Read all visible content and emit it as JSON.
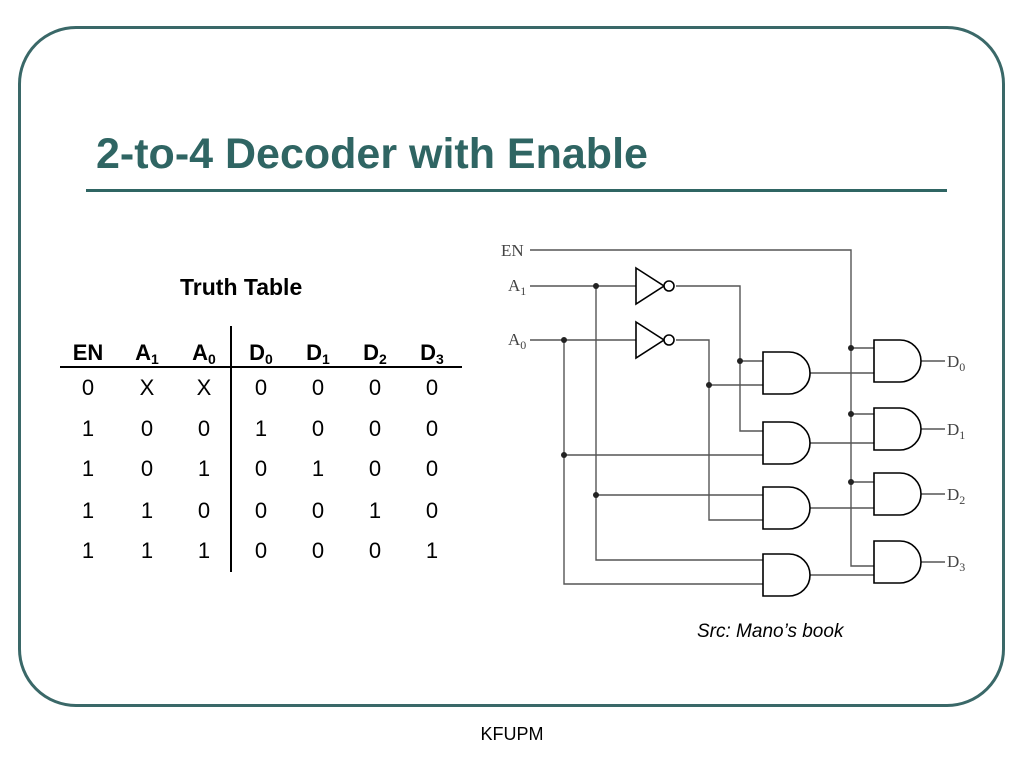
{
  "title": "2-to-4 Decoder with Enable",
  "truth_table": {
    "title": "Truth Table",
    "headers": [
      {
        "main": "EN",
        "sub": ""
      },
      {
        "main": "A",
        "sub": "1"
      },
      {
        "main": "A",
        "sub": "0"
      },
      {
        "main": "D",
        "sub": "0"
      },
      {
        "main": "D",
        "sub": "1"
      },
      {
        "main": "D",
        "sub": "2"
      },
      {
        "main": "D",
        "sub": "3"
      }
    ],
    "rows": [
      [
        "0",
        "X",
        "X",
        "0",
        "0",
        "0",
        "0"
      ],
      [
        "1",
        "0",
        "0",
        "1",
        "0",
        "0",
        "0"
      ],
      [
        "1",
        "0",
        "1",
        "0",
        "1",
        "0",
        "0"
      ],
      [
        "1",
        "1",
        "0",
        "0",
        "0",
        "1",
        "0"
      ],
      [
        "1",
        "1",
        "1",
        "0",
        "0",
        "0",
        "1"
      ]
    ]
  },
  "diagram": {
    "inputs": [
      {
        "main": "EN",
        "sub": ""
      },
      {
        "main": "A",
        "sub": "1"
      },
      {
        "main": "A",
        "sub": "0"
      }
    ],
    "outputs": [
      {
        "main": "D",
        "sub": "0"
      },
      {
        "main": "D",
        "sub": "1"
      },
      {
        "main": "D",
        "sub": "2"
      },
      {
        "main": "D",
        "sub": "3"
      }
    ]
  },
  "source_note": "Src: Mano’s book",
  "footer": "KFUPM"
}
